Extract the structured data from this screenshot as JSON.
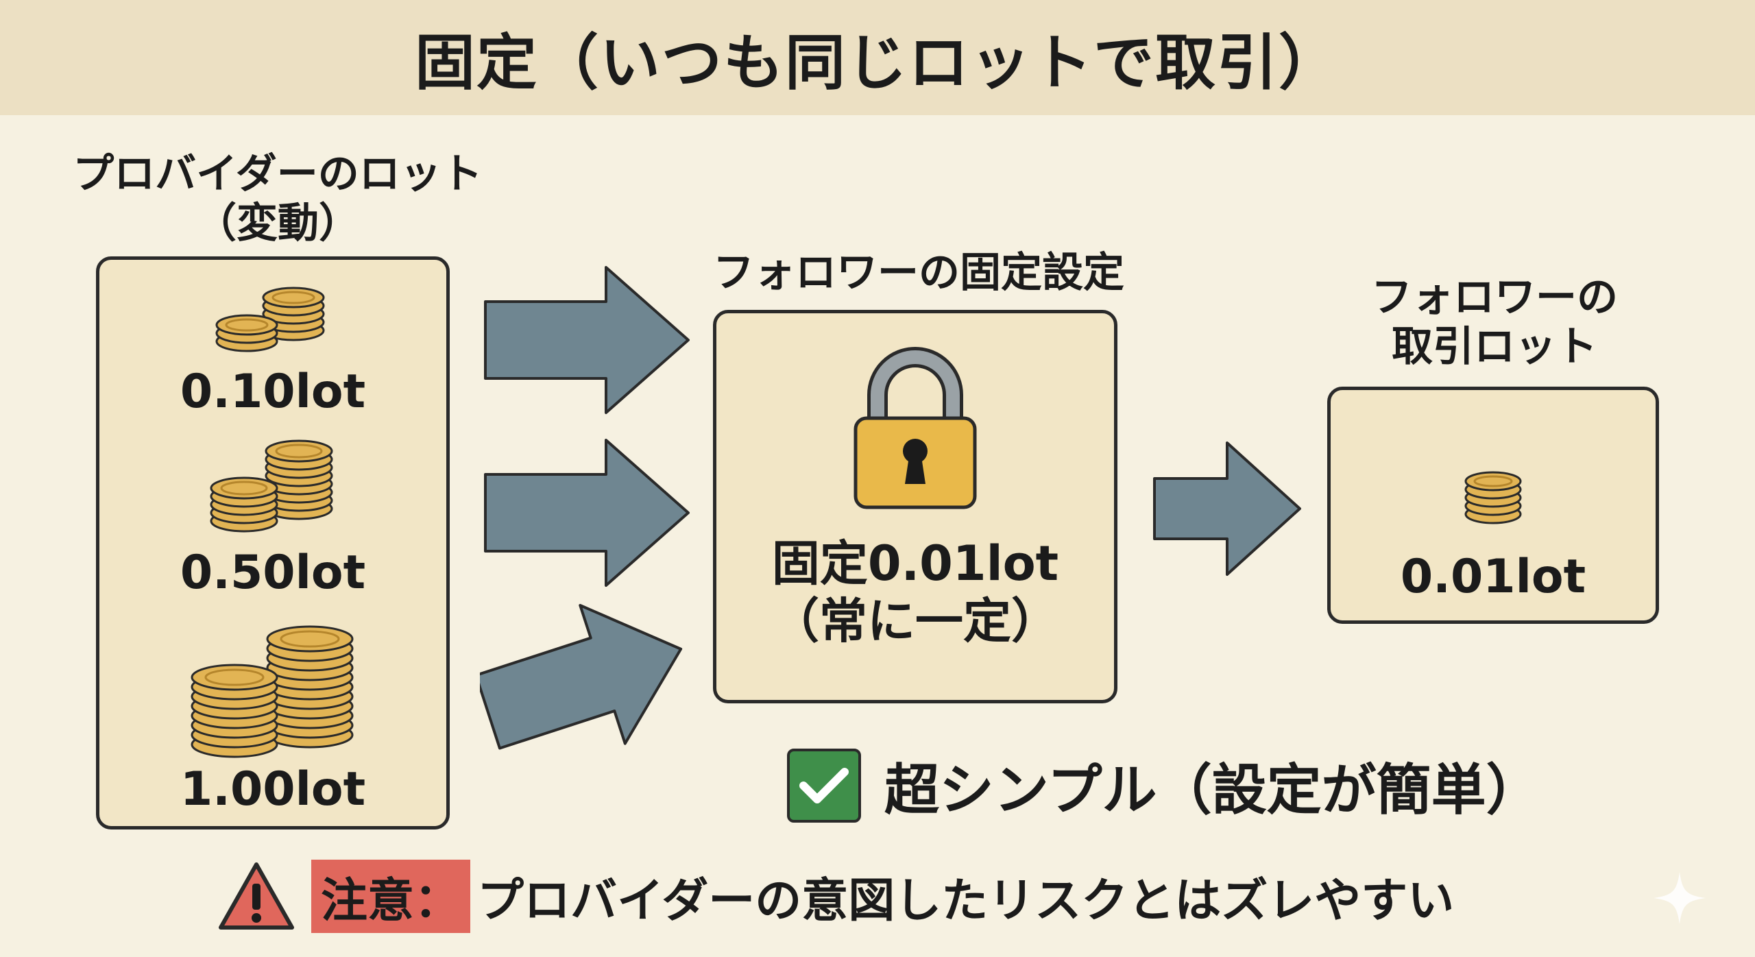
{
  "title": "固定（いつも同じロットで取引）",
  "provider": {
    "label_line1": "プロバイダーのロット",
    "label_line2": "（変動）",
    "lots": [
      "0.10lot",
      "0.50lot",
      "1.00lot"
    ]
  },
  "fixed_setting": {
    "label": "フォロワーの固定設定",
    "value_line1": "固定0.01lot",
    "value_line2": "（常に一定）"
  },
  "follower": {
    "label_line1": "フォロワーの",
    "label_line2": "取引ロット",
    "lot": "0.01lot"
  },
  "benefit": "超シンプル（設定が簡単）",
  "warning": {
    "label": "注意：",
    "text": "プロバイダーの意図したリスクとはズレやすい"
  },
  "colors": {
    "header_bg": "#ece0c3",
    "panel_bg": "#f2e6c6",
    "arrow": "#6f8691",
    "coin": "#e2b454",
    "lock": "#e9b94a",
    "check": "#3f8f4a",
    "warning": "#e0675c"
  }
}
